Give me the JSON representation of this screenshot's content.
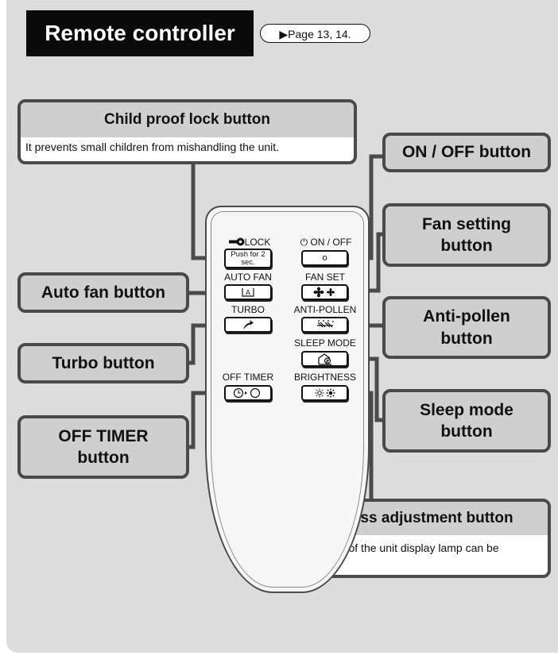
{
  "header": {
    "title": "Remote controller",
    "page_ref": "▶Page 13, 14."
  },
  "callouts": {
    "child_lock": {
      "title": "Child proof lock button",
      "desc": "It prevents small children from mishandling the unit."
    },
    "on_off": "ON / OFF button",
    "fan_setting": "Fan setting button",
    "auto_fan": "Auto fan button",
    "anti_pollen": "Anti-pollen button",
    "turbo": "Turbo button",
    "sleep_mode": "Sleep mode button",
    "off_timer": "OFF TIMER button",
    "brightness": {
      "title": "Brightness adjustment button",
      "desc": "The brightness of the unit display lamp can be adjusted."
    }
  },
  "remote": {
    "lock_label": "LOCK",
    "lock_button": "Push for 2 sec.",
    "onoff_label": "ON / OFF",
    "onoff_button": "o",
    "autofan_label": "AUTO FAN",
    "fanset_label": "FAN SET",
    "turbo_label": "TURBO",
    "antipollen_label": "ANTI-POLLEN",
    "sleep_label": "SLEEP MODE",
    "offtimer_label": "OFF TIMER",
    "brightness_label": "BRIGHTNESS"
  },
  "icons": {
    "key": "key-icon",
    "power": "power-icon",
    "auto_fan": "auto-fan-icon",
    "fan": "fan-icon",
    "turbo": "turbo-arrow-icon",
    "pollen": "anti-pollen-icon",
    "sleep": "sleep-mode-icon",
    "timer": "timer-icon",
    "brightness": "brightness-icon"
  },
  "colors": {
    "background": "#dcdcdc",
    "callout_fill": "#cfcfcf",
    "callout_border": "#4a4a4a",
    "title_fill": "#0a0a0a"
  }
}
